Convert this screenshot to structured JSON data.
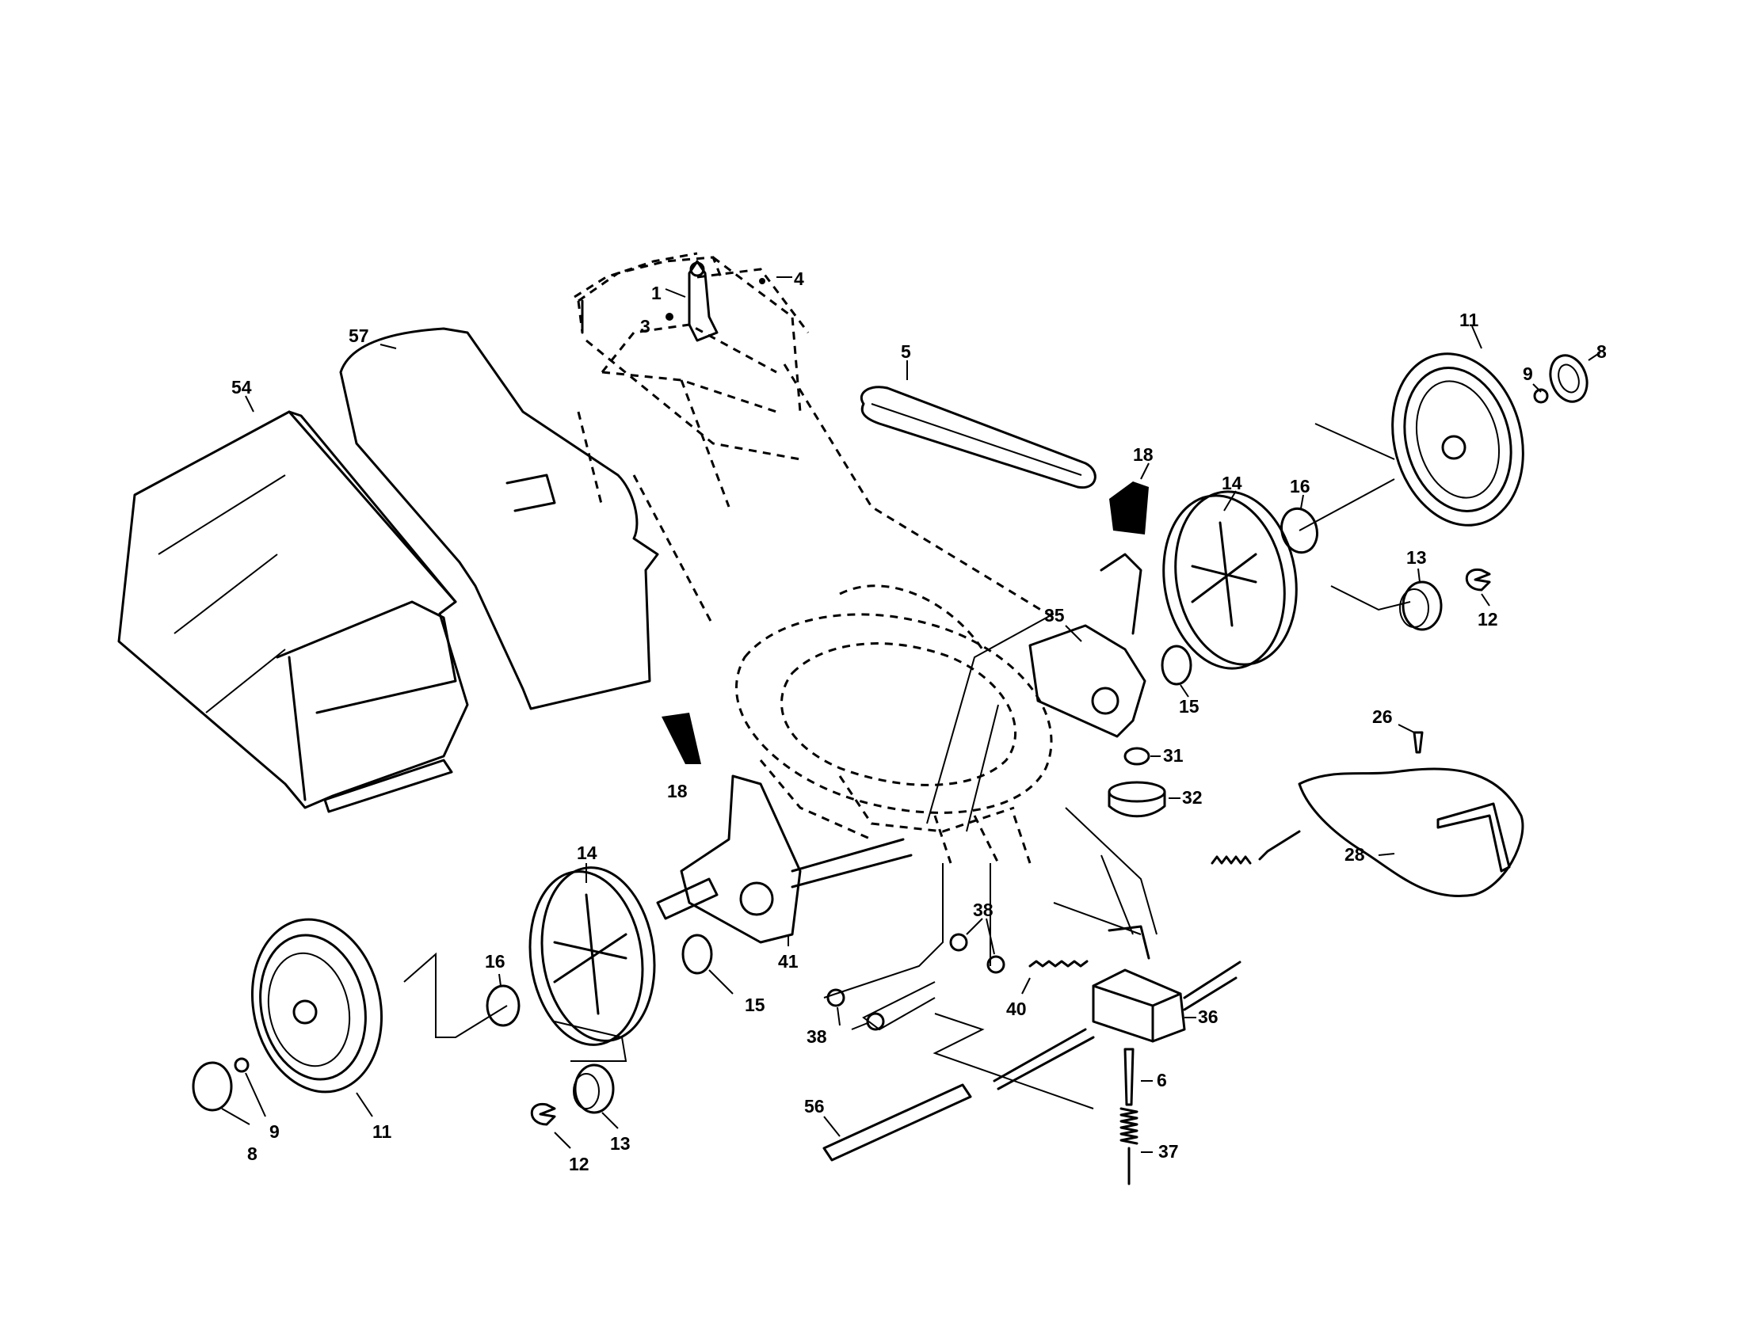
{
  "callouts": {
    "c1": "1",
    "c3": "3",
    "c4": "4",
    "c5": "5",
    "c54": "54",
    "c57": "57",
    "c11_right": "11",
    "c9_right": "9",
    "c8_right": "8",
    "c18_top": "18",
    "c14_right": "14",
    "c16_right": "16",
    "c13_right": "13",
    "c12_right": "12",
    "c35": "35",
    "c15_right": "15",
    "c31": "31",
    "c32": "32",
    "c26": "26",
    "c28": "28",
    "c18_left": "18",
    "c14_left": "14",
    "c16_left": "16",
    "c41": "41",
    "c15_left": "15",
    "c38_upper": "38",
    "c38_lower": "38",
    "c40": "40",
    "c36": "36",
    "c6": "6",
    "c37": "37",
    "c56": "56",
    "c13_left": "13",
    "c12_left": "12",
    "c11_left": "11",
    "c9_left": "9",
    "c8_left": "8"
  }
}
